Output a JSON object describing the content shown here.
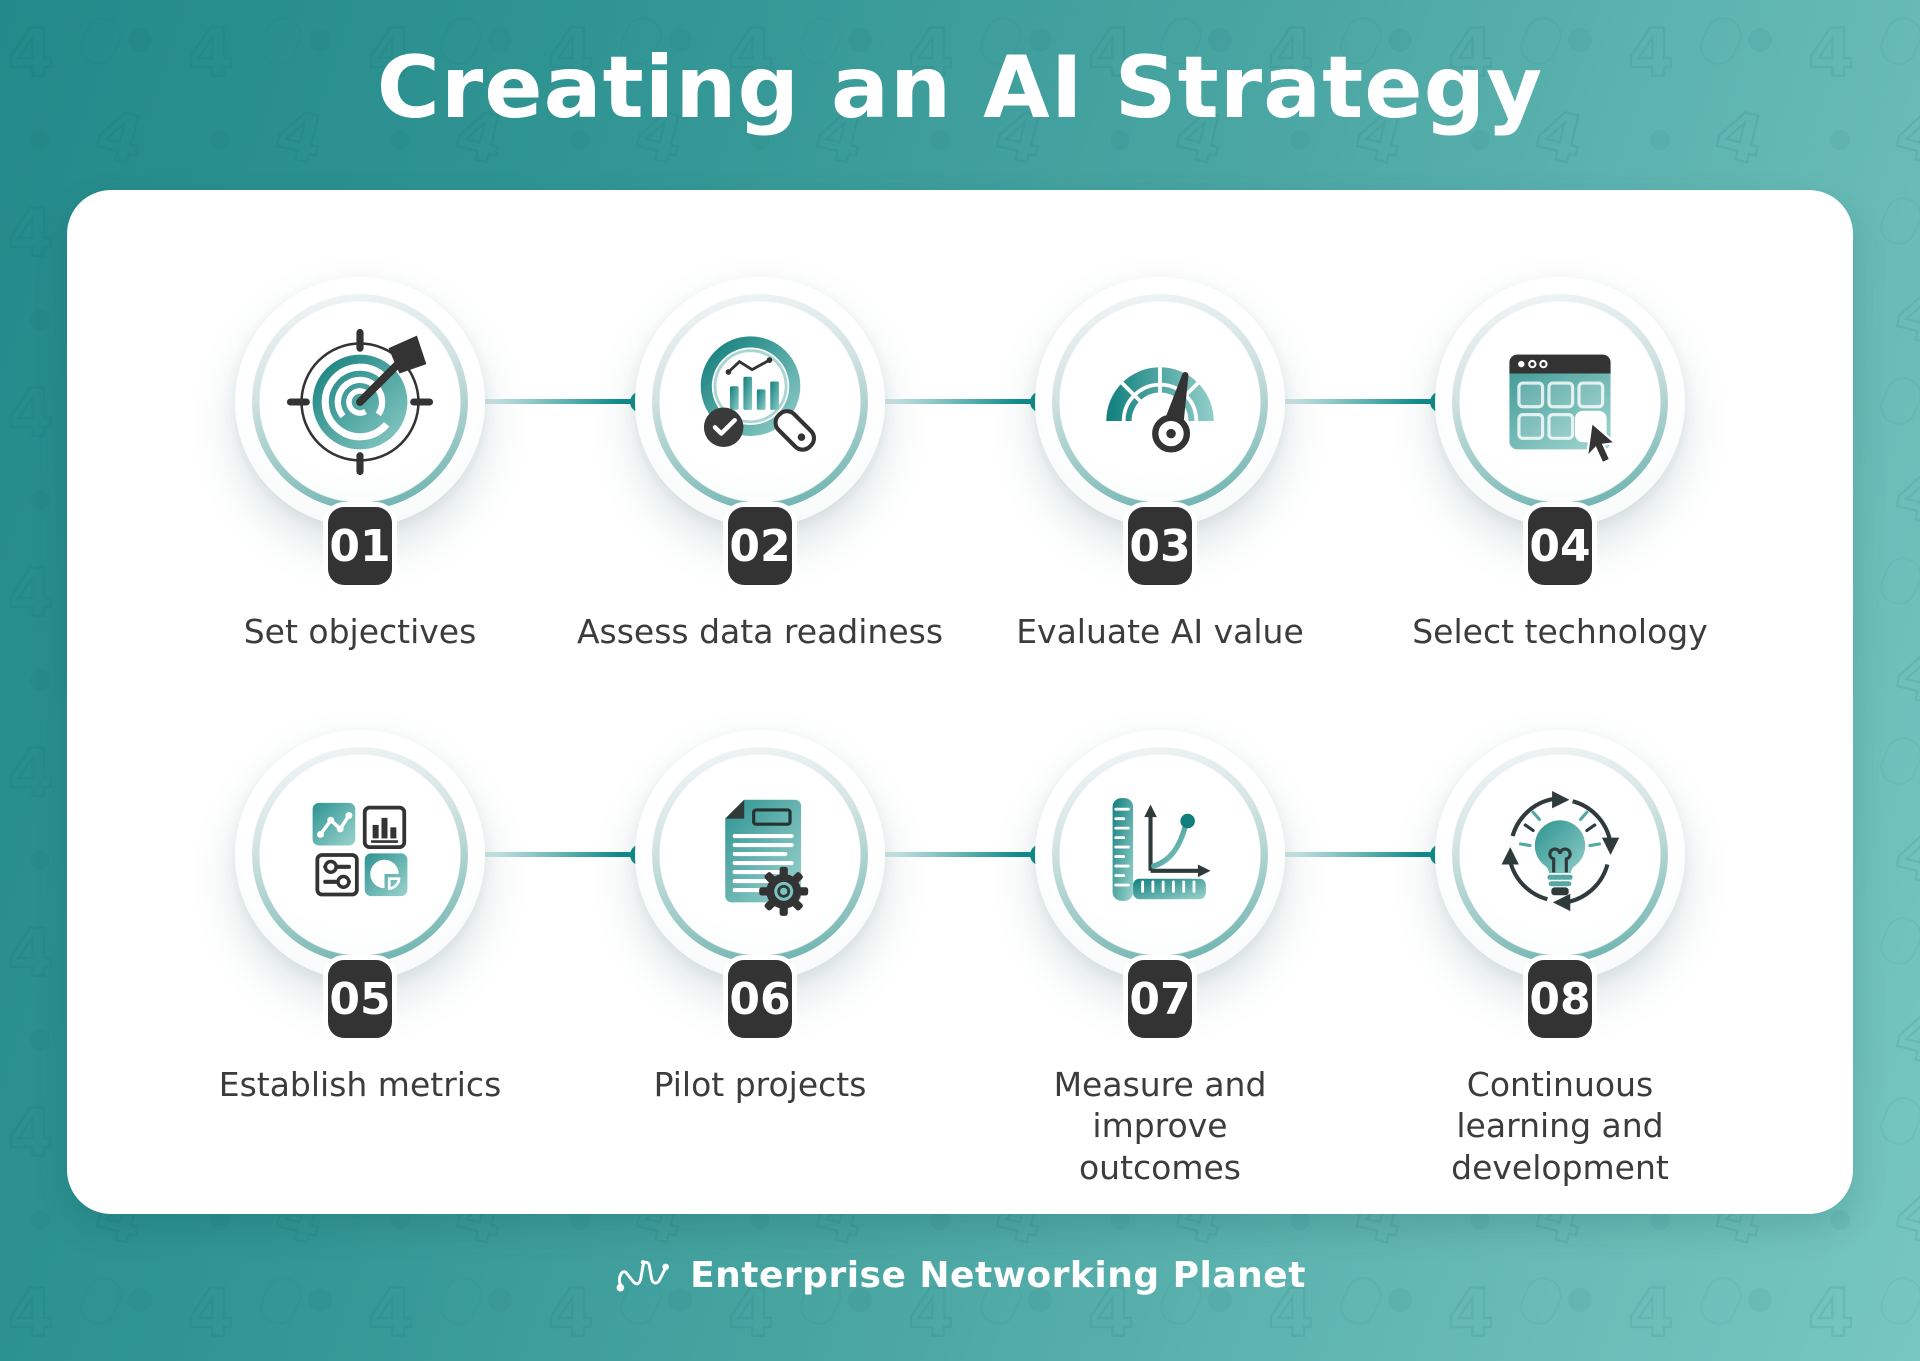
{
  "title": "Creating an AI Strategy",
  "steps": [
    {
      "number": "01",
      "label": "Set objectives",
      "icon": "target-arrow-icon"
    },
    {
      "number": "02",
      "label": "Assess data readiness",
      "icon": "magnifier-chart-icon"
    },
    {
      "number": "03",
      "label": "Evaluate AI value",
      "icon": "gauge-icon"
    },
    {
      "number": "04",
      "label": "Select technology",
      "icon": "app-window-cursor-icon"
    },
    {
      "number": "05",
      "label": "Establish metrics",
      "icon": "metrics-tiles-icon"
    },
    {
      "number": "06",
      "label": "Pilot projects",
      "icon": "document-gear-icon"
    },
    {
      "number": "07",
      "label": "Measure and improve outcomes",
      "icon": "ruler-growth-chart-icon"
    },
    {
      "number": "08",
      "label": "Continuous learning and development",
      "icon": "lightbulb-cycle-icon"
    }
  ],
  "footer": {
    "brand": "Enterprise Networking Planet",
    "logo": "network-nodes-logo"
  },
  "colors": {
    "background_start": "#24898a",
    "background_end": "#77c6c1",
    "accent_teal": "#0d8a8a",
    "icon_teal_dark": "#117e7c",
    "icon_teal_light": "#8fcdc8",
    "badge_background": "#333333",
    "badge_text": "#ffffff",
    "label_text": "#3c3c3c",
    "card_background": "#ffffff",
    "title_text": "#ffffff"
  }
}
